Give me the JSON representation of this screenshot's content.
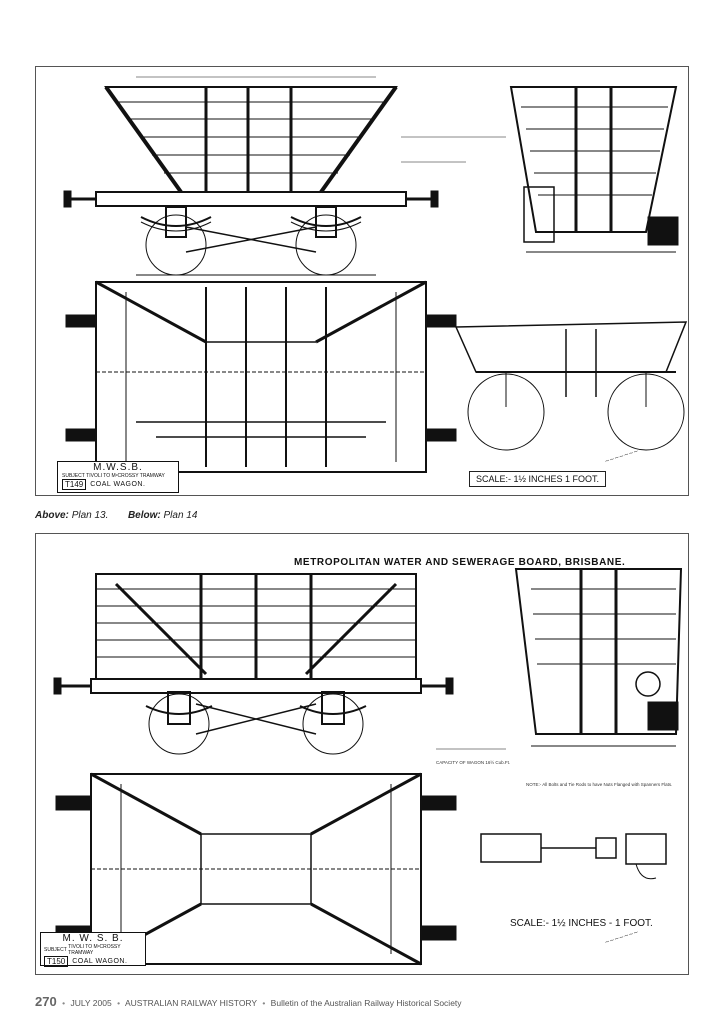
{
  "caption": {
    "above_label": "Above:",
    "above_text": "Plan 13.",
    "below_label": "Below:",
    "below_text": "Plan 14"
  },
  "plan13": {
    "org": "M.W.S.B.",
    "subject_label": "SUBJECT",
    "subject": "TIVOLI TO MᶜCROSSY TRAMWAY",
    "drawing_no": "T149",
    "name": "COAL WAGON.",
    "scale": "SCALE:- 1½ INCHES   1 FOOT."
  },
  "plan14": {
    "title": "METROPOLITAN WATER AND SEWERAGE BOARD, BRISBANE.",
    "org": "M. W. S. B.",
    "subject_label": "SUBJECT",
    "subject": "TIVOLI TO MᶜCROSSY TRAMWAY",
    "drawing_no": "T150",
    "name": "COAL WAGON.",
    "scale": "SCALE:- 1½ INCHES - 1 FOOT.",
    "capacity_note": "CAPACITY OF WAGON 16½ Cub.Ft.",
    "note": "NOTE:- All Bolts and Tie Rods to have Nuts Flanged with Spanners Flats."
  },
  "footer": {
    "page": "270",
    "date": "JULY 2005",
    "magazine": "AUSTRALIAN RAILWAY HISTORY",
    "bulletin": "Bulletin of the Australian Railway Historical Society"
  },
  "colors": {
    "ink": "#111111",
    "rule": "#555555",
    "footer": "#666666"
  }
}
